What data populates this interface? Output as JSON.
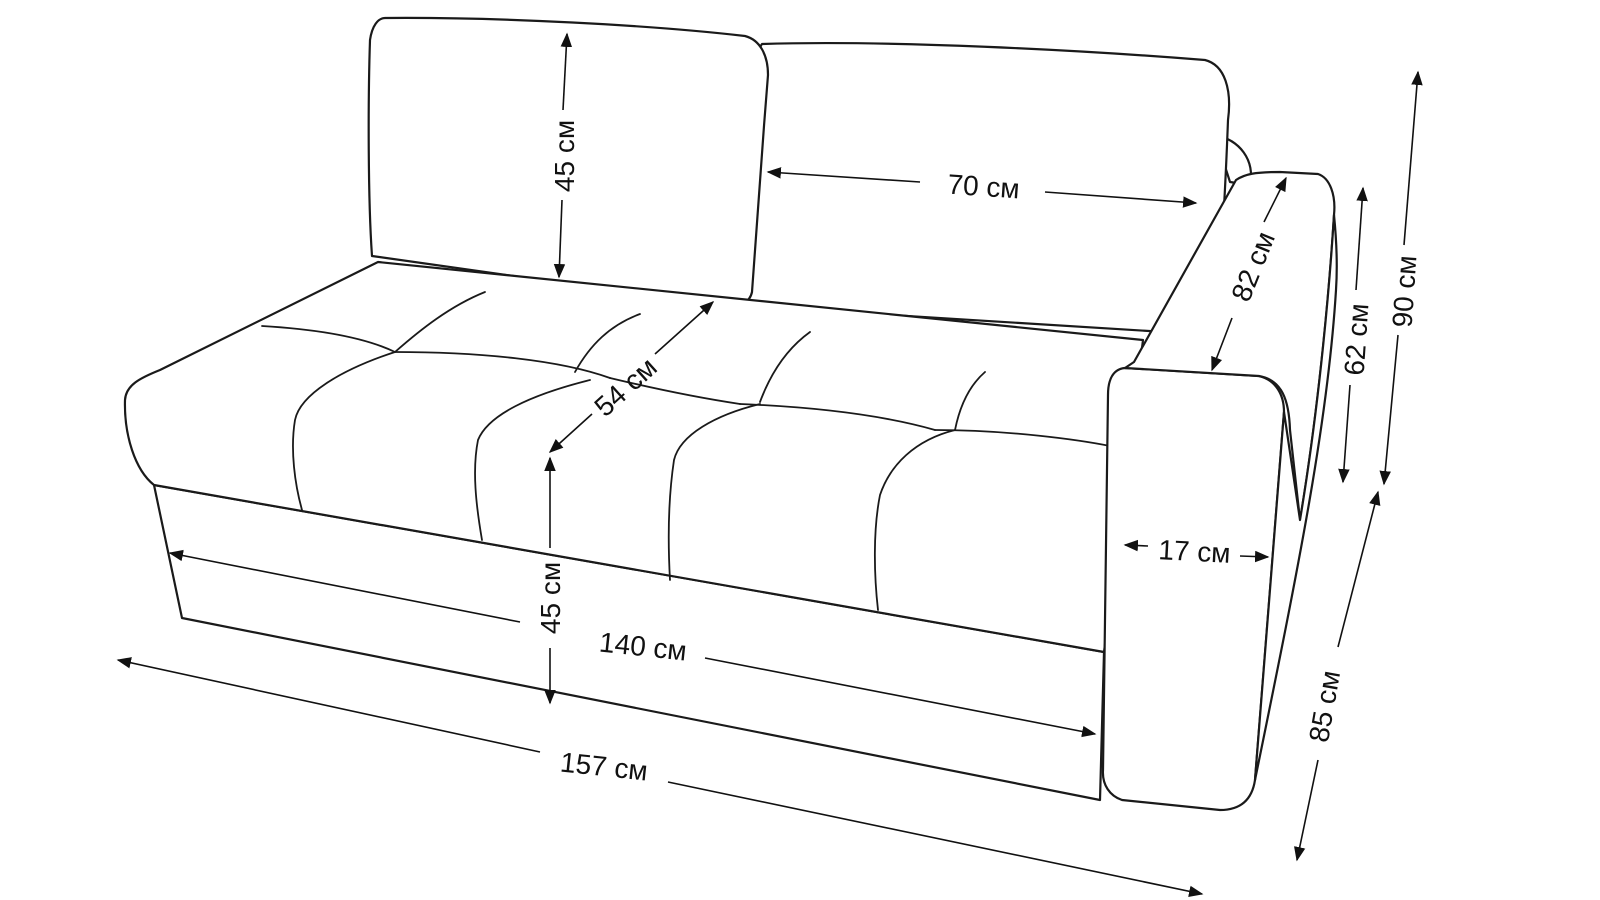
{
  "dimensions": {
    "back_cushion_height": "45 см",
    "back_cushion_width": "70 см",
    "seat_depth": "54 см",
    "armrest_length": "82 см",
    "armrest_height": "62 см",
    "total_height": "90 см",
    "armrest_width": "17 см",
    "seat_height": "45 см",
    "seat_width": "140 см",
    "total_width": "157 см",
    "total_depth": "85 см"
  }
}
